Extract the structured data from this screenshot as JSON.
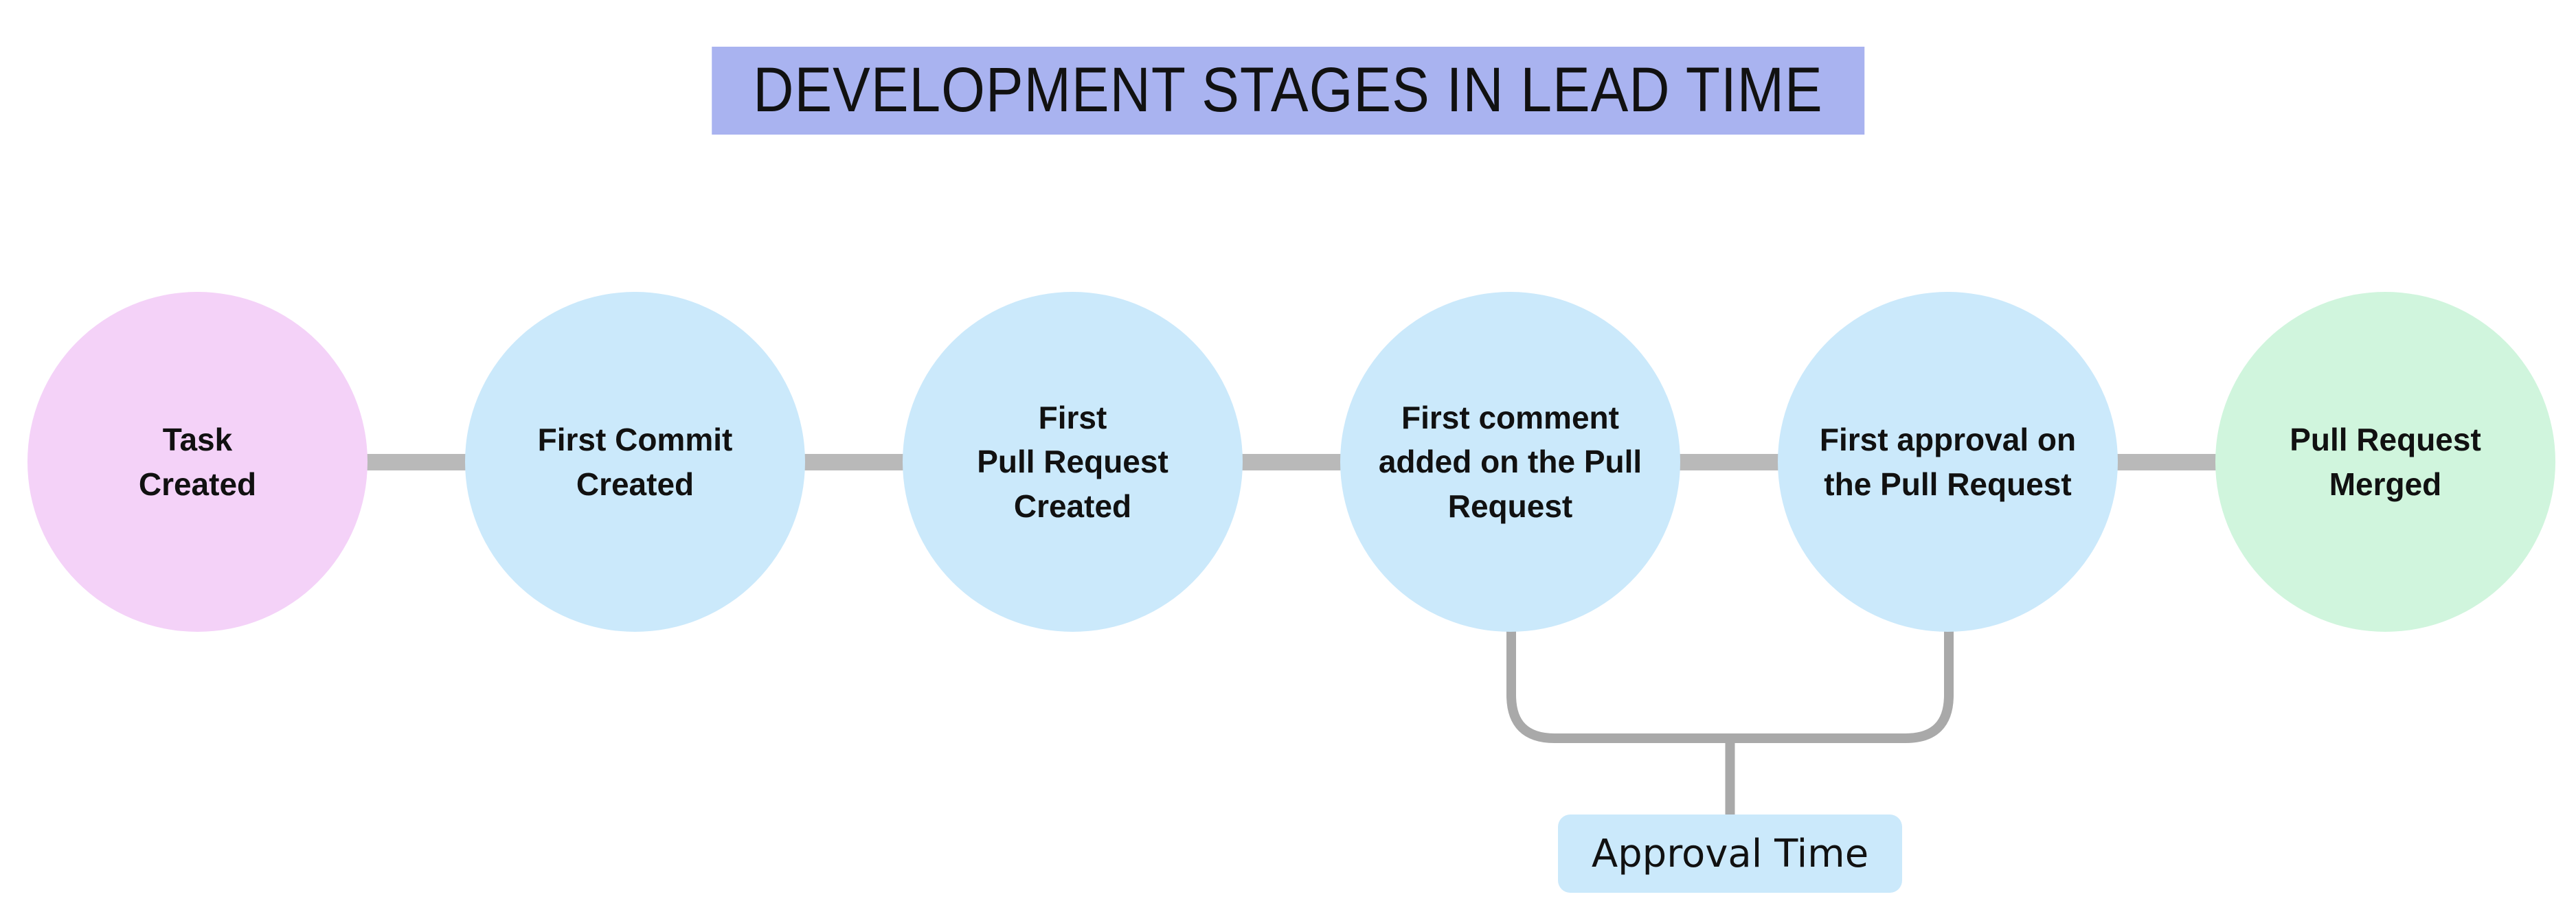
{
  "title": {
    "text": "DEVELOPMENT STAGES IN LEAD TIME",
    "bg": "#a9b3f0"
  },
  "stages": [
    {
      "id": "task-created",
      "label": "Task\nCreated",
      "color": "#f4d2f8"
    },
    {
      "id": "first-commit-created",
      "label": "First Commit\nCreated",
      "color": "#cbe9fb"
    },
    {
      "id": "first-pull-request-created",
      "label": "First\nPull Request\nCreated",
      "color": "#cbe9fb"
    },
    {
      "id": "first-comment-added",
      "label": "First comment\nadded on the Pull\nRequest",
      "color": "#cbe9fb"
    },
    {
      "id": "first-approval",
      "label": "First approval on\nthe Pull Request",
      "color": "#cbe9fb"
    },
    {
      "id": "pull-request-merged",
      "label": "Pull Request\nMerged",
      "color": "#d0f5dd"
    }
  ],
  "connectors": {
    "color": "#b9b9b9"
  },
  "approval": {
    "label": "Approval Time",
    "box_color": "#cbe9fb",
    "line_color": "#a9a9a9",
    "connects": "first-comment-added to first-approval"
  }
}
